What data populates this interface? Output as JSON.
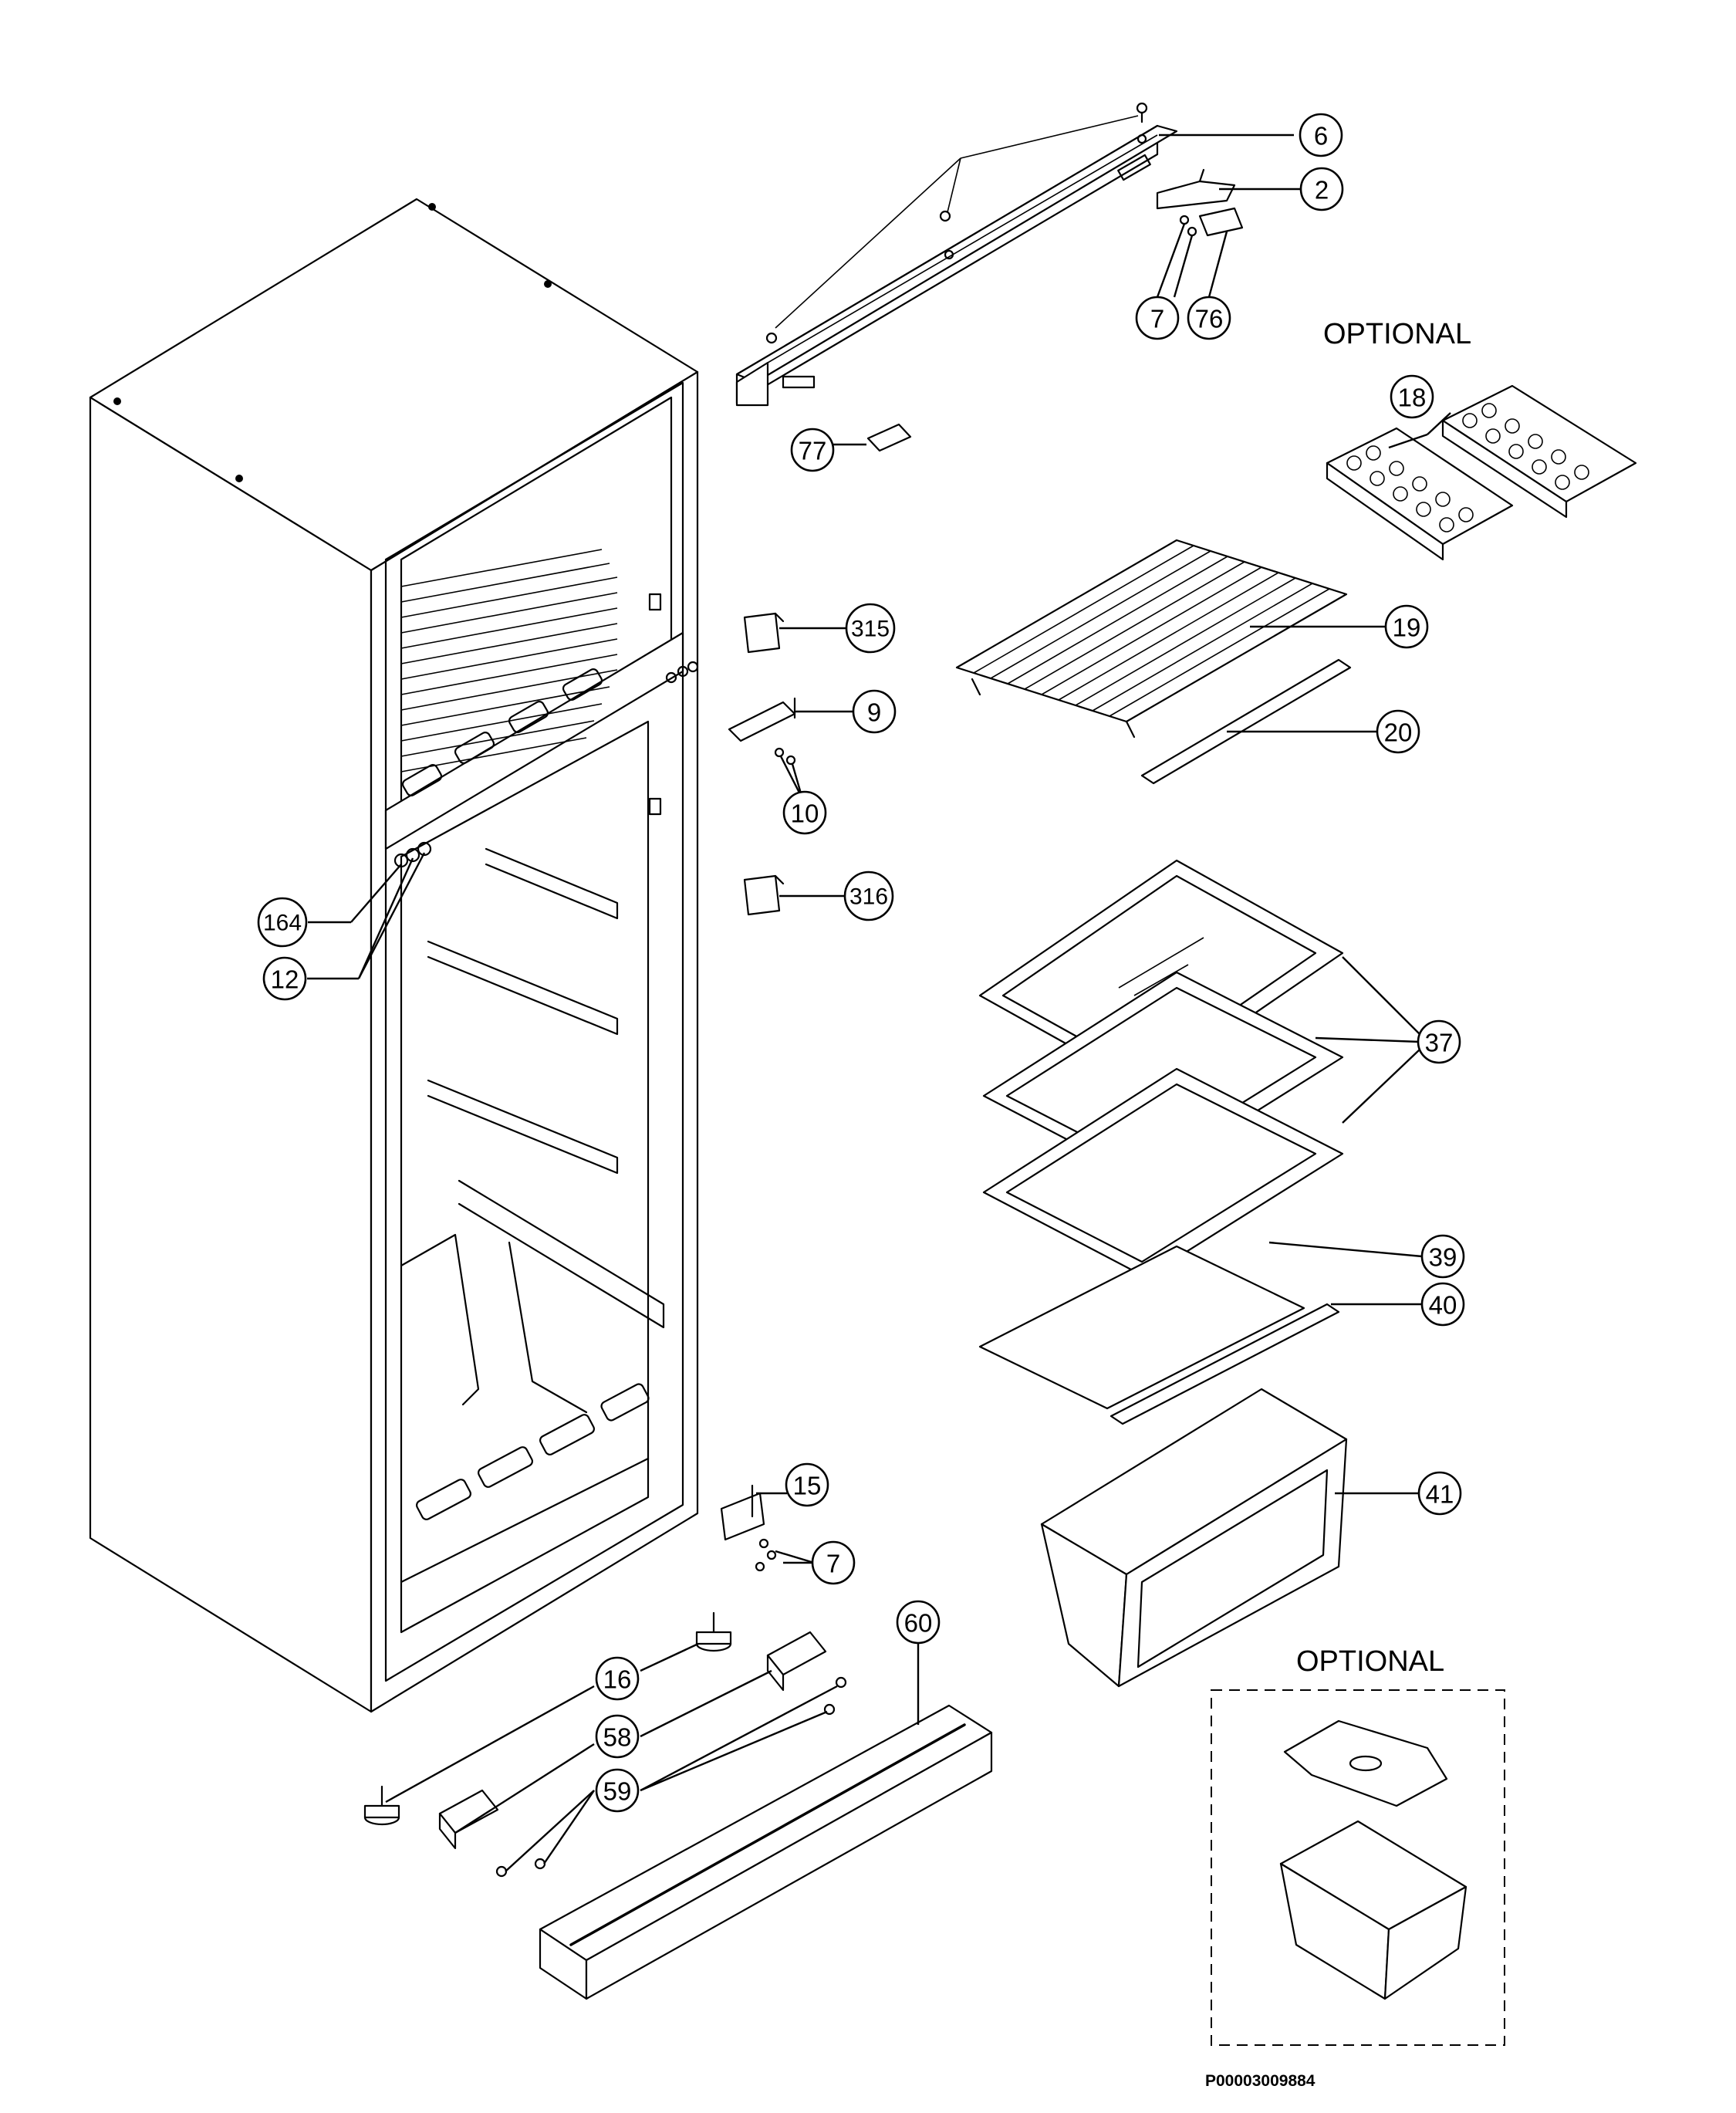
{
  "headings": {
    "optional_top": "OPTIONAL",
    "optional_bottom": "OPTIONAL"
  },
  "document_code": "P00003009884",
  "callouts": [
    {
      "id": "c6",
      "label": "6"
    },
    {
      "id": "c2",
      "label": "2"
    },
    {
      "id": "c7a",
      "label": "7"
    },
    {
      "id": "c76",
      "label": "76"
    },
    {
      "id": "c77",
      "label": "77"
    },
    {
      "id": "c18",
      "label": "18"
    },
    {
      "id": "c315",
      "label": "315"
    },
    {
      "id": "c19",
      "label": "19"
    },
    {
      "id": "c9",
      "label": "9"
    },
    {
      "id": "c20",
      "label": "20"
    },
    {
      "id": "c10",
      "label": "10"
    },
    {
      "id": "c316",
      "label": "316"
    },
    {
      "id": "c164",
      "label": "164"
    },
    {
      "id": "c12",
      "label": "12"
    },
    {
      "id": "c37",
      "label": "37"
    },
    {
      "id": "c39",
      "label": "39"
    },
    {
      "id": "c40",
      "label": "40"
    },
    {
      "id": "c41",
      "label": "41"
    },
    {
      "id": "c15",
      "label": "15"
    },
    {
      "id": "c7b",
      "label": "7"
    },
    {
      "id": "c60",
      "label": "60"
    },
    {
      "id": "c16",
      "label": "16"
    },
    {
      "id": "c58",
      "label": "58"
    },
    {
      "id": "c59",
      "label": "59"
    }
  ]
}
